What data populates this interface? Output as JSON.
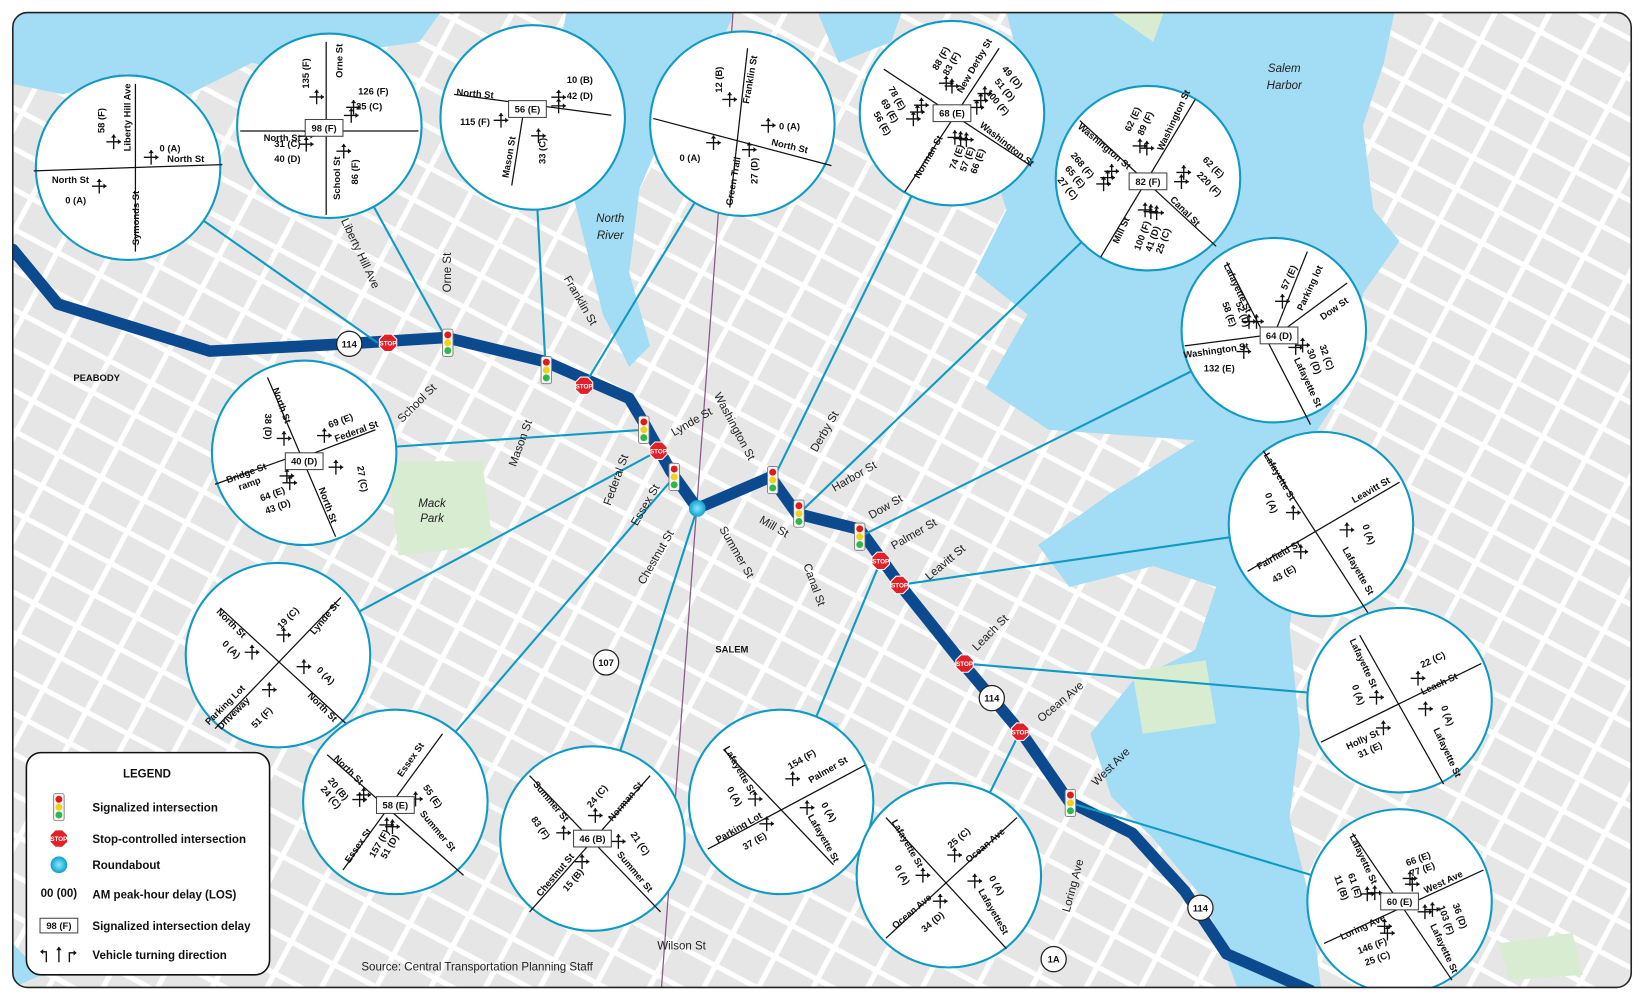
{
  "colors": {
    "water": "#a3dcf5",
    "land": "#e6e6e6",
    "park": "#d8ecd2",
    "route": "#0b4a8f",
    "leader": "#0e9ac4",
    "town_label": "#e8506e",
    "water_label": "#1a5aa8",
    "park_label": "#2a8a3a"
  },
  "places": {
    "peabody": "PEABODY",
    "salem": "SALEM",
    "north_river": [
      "North",
      "River"
    ],
    "salem_harbor": [
      "Salem",
      "Harbor"
    ],
    "mack_park": [
      "Mack",
      "Park"
    ]
  },
  "map_streets": [
    "Liberty Hill Ave",
    "Orne St",
    "Franklin St",
    "School St",
    "Mason St",
    "Lynde St",
    "Washington St",
    "Federal St",
    "Essex St",
    "Derby St",
    "Chestnut St",
    "Summer St",
    "Mill St",
    "Canal St",
    "Harbor St",
    "Dow St",
    "Palmer St",
    "Leavitt St",
    "Leach St",
    "Ocean Ave",
    "West Ave",
    "Loring Ave",
    "Wilson St"
  ],
  "route_shields": [
    "114",
    "114",
    "114",
    "107",
    "1A"
  ],
  "source": "Source: Central Transportation Planning Staff",
  "legend": {
    "title": "LEGEND",
    "items": [
      {
        "icon": "traffic-signal-icon",
        "label": "Signalized intersection"
      },
      {
        "icon": "stop-sign-icon",
        "label": "Stop-controlled intersection",
        "icon_text": "STOP"
      },
      {
        "icon": "roundabout-icon",
        "label": "Roundabout"
      },
      {
        "icon": "delay-text",
        "label": "AM peak-hour delay (LOS)",
        "icon_text": "00 (00)"
      },
      {
        "icon": "delay-box-icon",
        "label": "Signalized intersection delay",
        "icon_text": "98 (F)"
      },
      {
        "icon": "turn-arrows-icon",
        "label": "Vehicle turning direction"
      }
    ]
  },
  "intersections": [
    {
      "streets": [
        "Liberty Hill Ave",
        "North St",
        "North St",
        "Symonds St"
      ],
      "movements": [
        "58 (F)",
        "0 (A)",
        "0 (A)"
      ],
      "delay": null
    },
    {
      "streets": [
        "Orne St",
        "North St",
        "School St"
      ],
      "movements": [
        "135 (F)",
        "126 (F)",
        "25 (C)",
        "31 (C)",
        "40 (D)",
        "86 (F)"
      ],
      "delay": "98 (F)"
    },
    {
      "streets": [
        "North St",
        "Mason St"
      ],
      "movements": [
        "10 (B)",
        "42 (D)",
        "115 (F)",
        "33 (C)"
      ],
      "delay": "56 (E)"
    },
    {
      "streets": [
        "Franklin St",
        "North St",
        "Green Trail"
      ],
      "movements": [
        "12 (B)",
        "0 (A)",
        "0 (A)",
        "27 (D)"
      ],
      "delay": null
    },
    {
      "streets": [
        "New Derby St",
        "Washington St",
        "Norman St"
      ],
      "movements": [
        "88 (F)",
        "83 (F)",
        "49 (D)",
        "51 (D)",
        "100 (F)",
        "78 (E)",
        "69 (E)",
        "56 (E)",
        "74 (E)",
        "57 (E)",
        "66 (E)"
      ],
      "delay": "68 (E)"
    },
    {
      "streets": [
        "Washington St",
        "Washington St",
        "Canal St",
        "Mill St"
      ],
      "movements": [
        "62 (E)",
        "89 (F)",
        "62 (E)",
        "220 (F)",
        "268 (F)",
        "65 (E)",
        "27 (C)",
        "100 (F)",
        "41 (D)",
        "25 (C)"
      ],
      "delay": "82 (F)"
    },
    {
      "streets": [
        "Lafayette St",
        "Parking lot",
        "Dow St",
        "Washington St",
        "Lafayette St"
      ],
      "movements": [
        "57 (E)",
        "52 (D)",
        "58 (E)",
        "132 (E)",
        "32 (C)",
        "30 (D)"
      ],
      "delay": "64 (D)"
    },
    {
      "streets": [
        "North St",
        "Federal St",
        "Bridge St",
        "ramp",
        "North St"
      ],
      "movements": [
        "38 (D)",
        "69 (E)",
        "27 (C)",
        "64 (E)",
        "43 (D)"
      ],
      "delay": "40 (D)"
    },
    {
      "streets": [
        "Lafayette St",
        "Leavitt St",
        "Fairfield St",
        "Lafayette St"
      ],
      "movements": [
        "0 (A)",
        "0 (A)",
        "43 (E)"
      ],
      "delay": null
    },
    {
      "streets": [
        "North St",
        "Lynde St",
        "Parking Lot",
        "Driveway",
        "North St"
      ],
      "movements": [
        "19 (C)",
        "0 (A)",
        "0 (A)",
        "51 (F)"
      ],
      "delay": null
    },
    {
      "streets": [
        "Lafayette St",
        "Leach St",
        "Holly St",
        "Lafayette St"
      ],
      "movements": [
        "22 (C)",
        "0 (A)",
        "0 (A)",
        "31 (E)"
      ],
      "delay": null
    },
    {
      "streets": [
        "North St",
        "Essex St",
        "Summer St",
        "Essex St"
      ],
      "movements": [
        "20 (B)",
        "24 (C)",
        "55 (E)",
        "157 (F)",
        "51 (D)"
      ],
      "delay": "58 (E)"
    },
    {
      "streets": [
        "Summer St",
        "Norman St",
        "Chestnut St",
        "Summer St"
      ],
      "movements": [
        "24 (C)",
        "83 (F)",
        "21 (C)",
        "15 (B)"
      ],
      "delay": "46 (B)"
    },
    {
      "streets": [
        "Lafayette St",
        "Palmer St",
        "Parking Lot",
        "Lafayette St"
      ],
      "movements": [
        "154 (F)",
        "0 (A)",
        "0 (A)",
        "37 (E)"
      ],
      "delay": null
    },
    {
      "streets": [
        "Lafayette St",
        "Ocean Ave",
        "Ocean Ave",
        "LafayetteSt"
      ],
      "movements": [
        "25 (C)",
        "0 (A)",
        "0 (A)",
        "34 (D)"
      ],
      "delay": null
    },
    {
      "streets": [
        "Lafayette St",
        "West Ave",
        "Loring Ave",
        "Lafayette St"
      ],
      "movements": [
        "66 (E)",
        "77 (E)",
        "61 (E)",
        "11 (B)",
        "36 (D)",
        "103 (F)",
        "146 (F)",
        "25 (C)"
      ],
      "delay": "60 (E)"
    }
  ]
}
